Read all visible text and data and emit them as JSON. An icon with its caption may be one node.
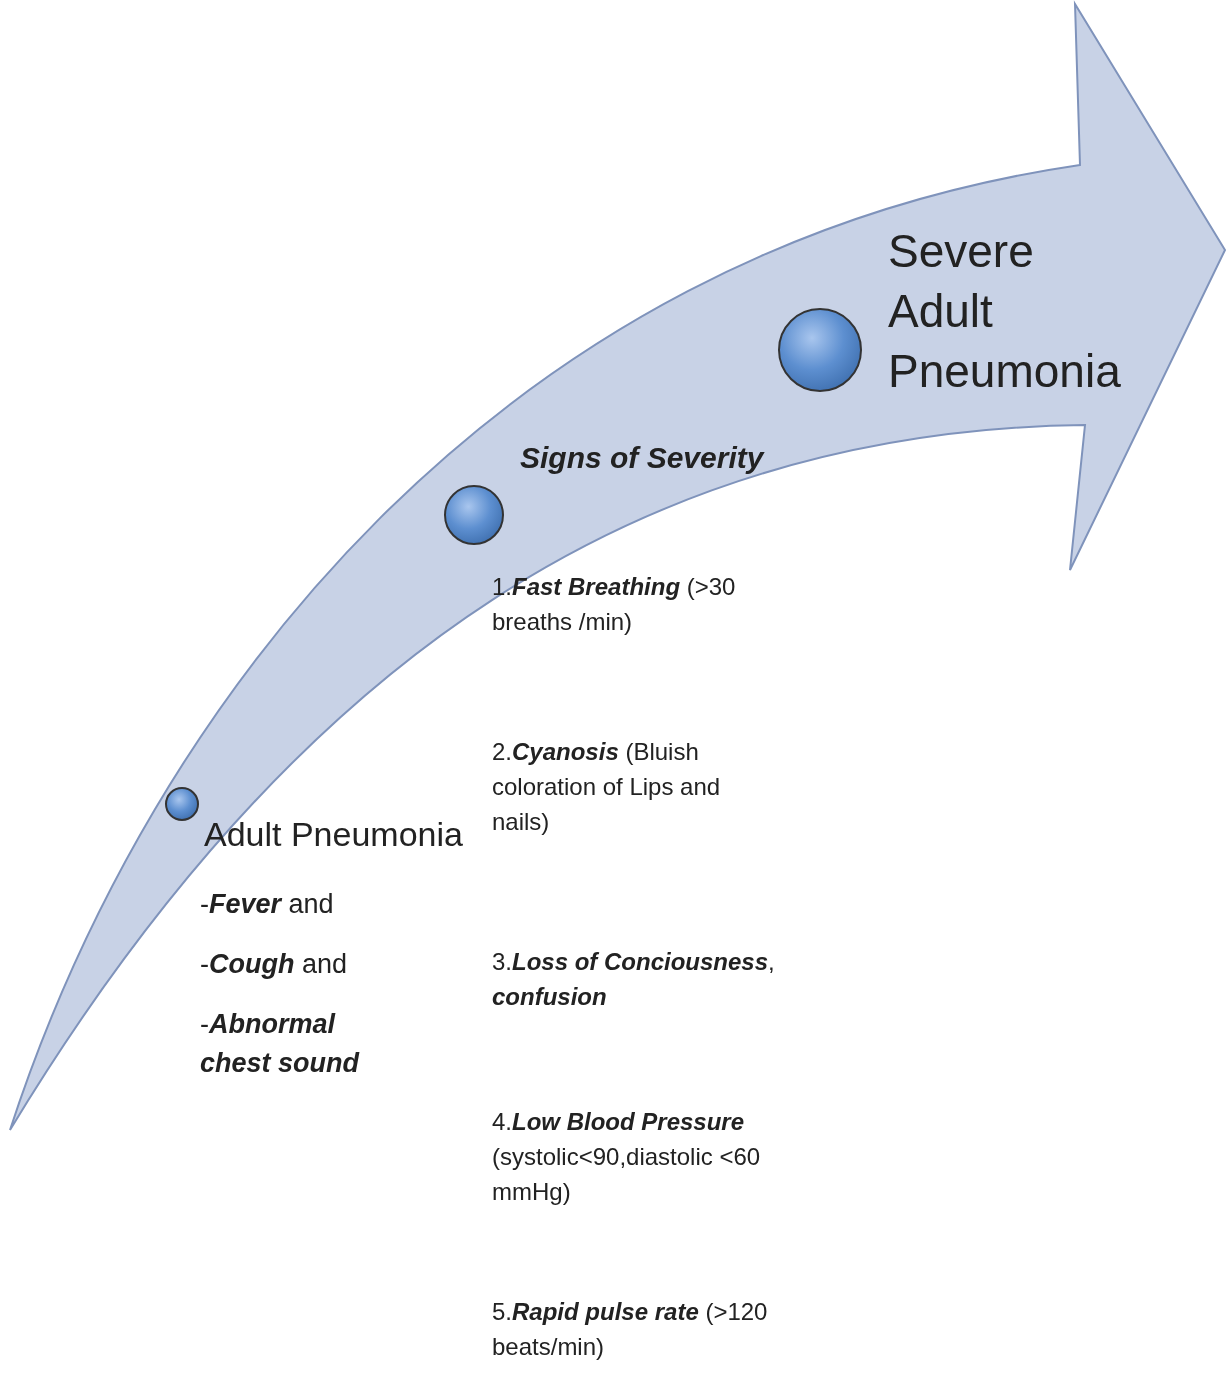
{
  "diagram": {
    "nodes": [
      {
        "text": [],
        "shape": "arrow"
      },
      {
        "text": [],
        "shape": "circle",
        "in": 0,
        "beside": [
          "Adult Pneumonia",
          "-**Fever** and",
          "-**Cough** and",
          "-**Abnormal chest sound**"
        ]
      },
      {
        "text": [],
        "shape": "circle",
        "in": 0,
        "beside": [
          "Signs of Severity",
          "1.**Fast Breathing** (>30 breaths /min)"
        ]
      },
      {
        "text": [],
        "shape": "circle",
        "in": 0,
        "beside": [
          "Severe Adult Pneumonia"
        ]
      }
    ],
    "labels": [
      "2.**Cyanosis** (Bluish coloration of Lips and nails)",
      "3.**Loss of Conciousness**, **confusion**",
      "4.**Low Blood Pressure** (systolic<90,diastolic <60 mmHg)",
      "5.**Rapid pulse rate** (>120 beats/min)"
    ]
  }
}
